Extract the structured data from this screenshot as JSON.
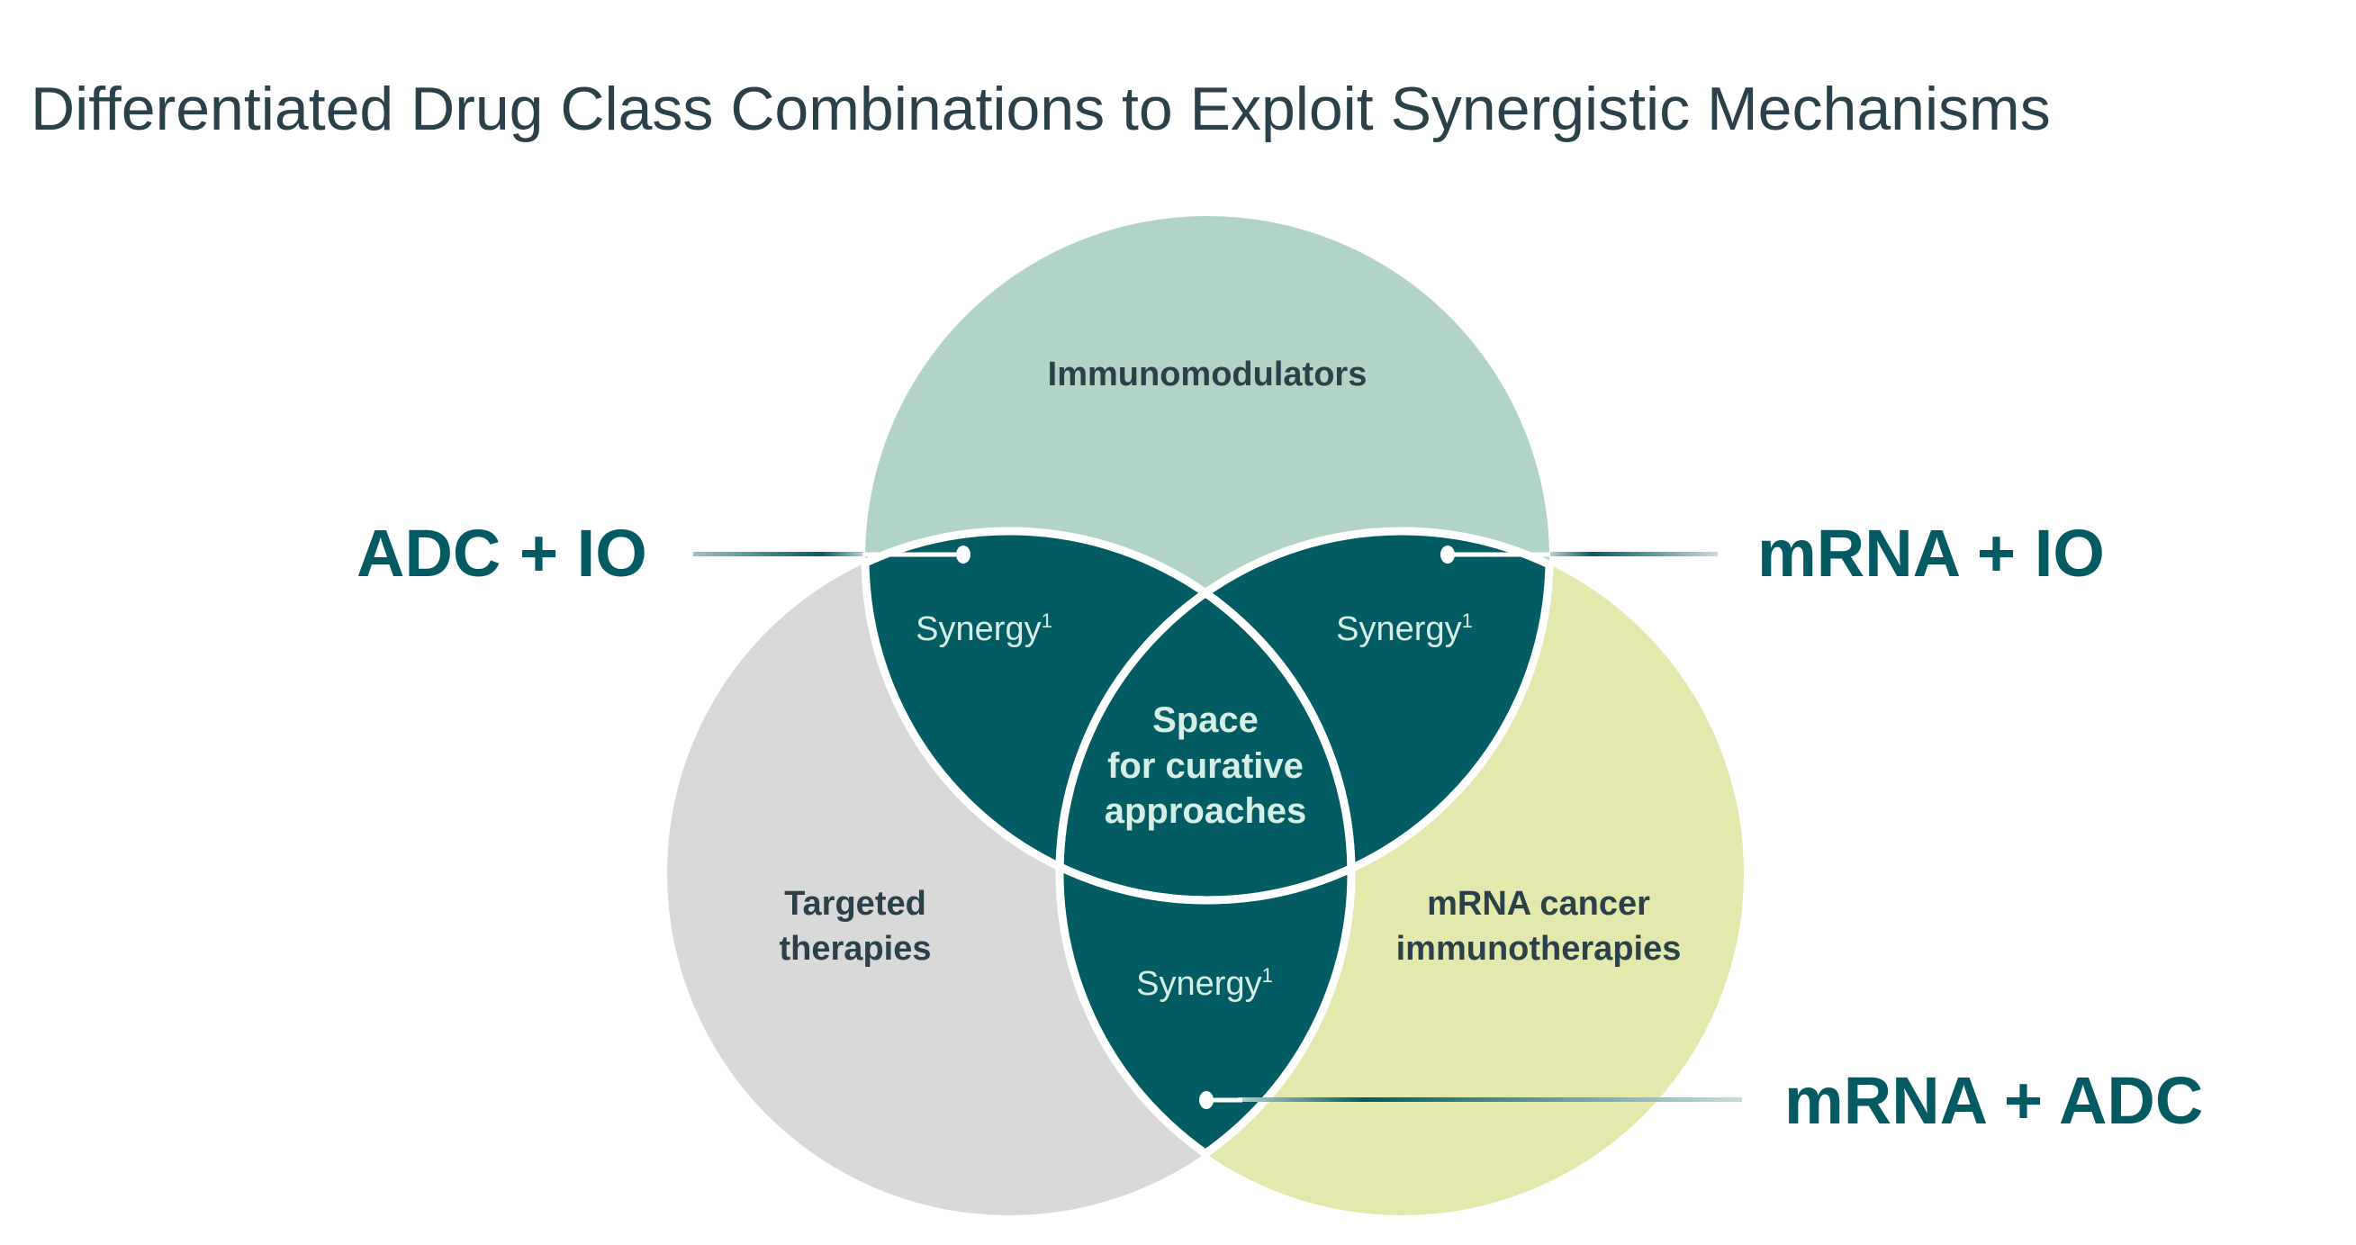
{
  "title": "Differentiated Drug Class Combinations to Exploit Synergistic Mechanisms",
  "colors": {
    "immunomodulators": "#b1d4c7",
    "targeted": "#d9d9d9",
    "mrna": "#e3e9ad",
    "overlap": "#035b63",
    "outline": "#ffffff",
    "label_dark": "#2b4048",
    "label_light": "#d6efe6",
    "combo_text": "#045a63"
  },
  "circles": {
    "immunomodulators": {
      "label": "Immunomodulators"
    },
    "targeted": {
      "label_line1": "Targeted",
      "label_line2": "therapies"
    },
    "mrna": {
      "label_line1": "mRNA cancer",
      "label_line2": "immunotherapies"
    }
  },
  "overlaps": {
    "adc_io": {
      "label": "Synergy",
      "sup": "1"
    },
    "mrna_io": {
      "label": "Synergy",
      "sup": "1"
    },
    "mrna_adc": {
      "label": "Synergy",
      "sup": "1"
    },
    "center": {
      "line1": "Space",
      "line2": "for curative",
      "line3": "approaches"
    }
  },
  "combos": {
    "adc_io": "ADC + IO",
    "mrna_io": "mRNA + IO",
    "mrna_adc": "mRNA + ADC"
  }
}
